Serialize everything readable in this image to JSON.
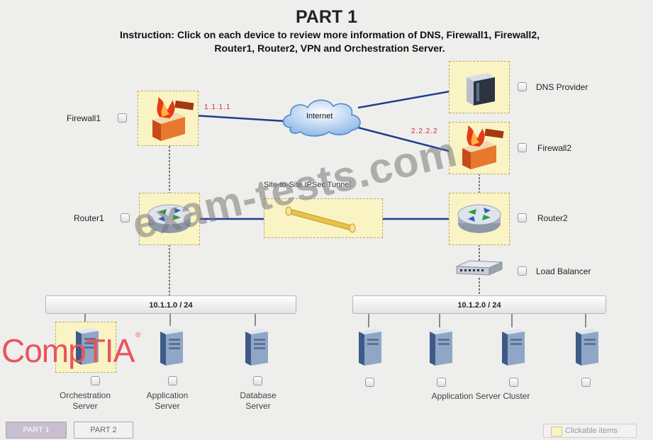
{
  "title": "PART 1",
  "instruction_line1": "Instruction: Click on each device to review more information of DNS, Firewall1, Firewall2,",
  "instruction_line2": "Router1, Router2, VPN and Orchestration Server.",
  "devices": {
    "firewall1": {
      "label": "Firewall1",
      "ip": "1.1.1.1"
    },
    "firewall2": {
      "label": "Firewall2",
      "ip": "2.2.2.2"
    },
    "router1": {
      "label": "Router1"
    },
    "router2": {
      "label": "Router2"
    },
    "dns": {
      "label": "DNS Provider"
    },
    "load_balancer": {
      "label": "Load Balancer"
    },
    "internet": {
      "label": "Internet"
    },
    "tunnel": {
      "label": "Site-to-Site IPSec Tunnel"
    }
  },
  "subnets": {
    "left": "10.1.1.0 / 24",
    "right": "10.1.2.0 / 24"
  },
  "servers": {
    "orchestration": {
      "line1": "Orchestration",
      "line2": "Server"
    },
    "application": {
      "line1": "Application",
      "line2": "Server"
    },
    "database": {
      "line1": "Database",
      "line2": "Server"
    },
    "cluster": {
      "label": "Application Server Cluster"
    }
  },
  "tabs": {
    "part1": "PART 1",
    "part2": "PART 2"
  },
  "legend": {
    "clickable": "Clickable items"
  },
  "watermark": "exam-tests.com",
  "logo": "CompTIA",
  "colors": {
    "link": "#1e3d8f",
    "highlight": "#faf3c4",
    "ip_text": "#e0251f",
    "logo": "#e8545d"
  }
}
